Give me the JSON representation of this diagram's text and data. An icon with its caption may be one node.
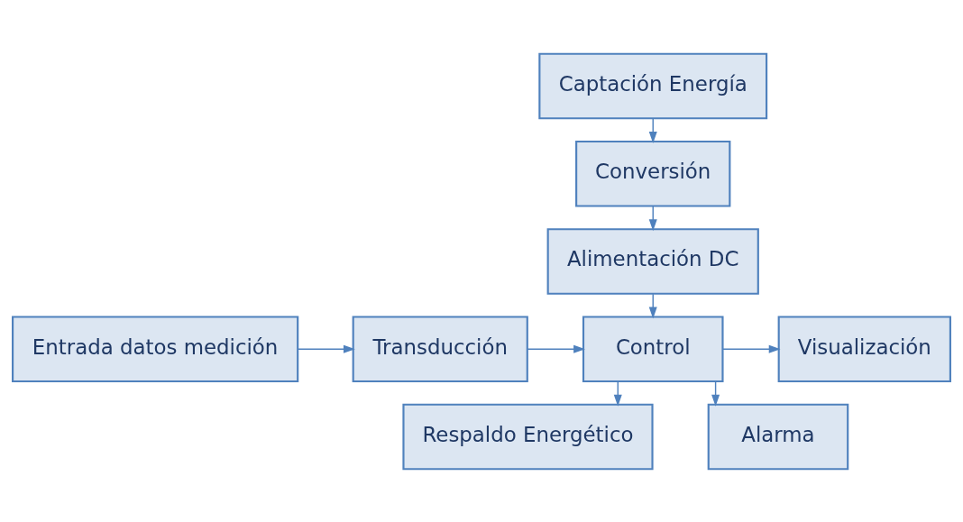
{
  "diagram": {
    "nodes": [
      {
        "text": [
          "Captación Energía"
        ]
      },
      {
        "text": [
          "Conversión"
        ]
      },
      {
        "text": [
          "Alimentación DC"
        ]
      },
      {
        "text": [
          "Entrada datos medición"
        ]
      },
      {
        "text": [
          "Transducción"
        ]
      },
      {
        "text": [
          "Control"
        ]
      },
      {
        "text": [
          "Visualización"
        ]
      },
      {
        "text": [
          "Respaldo Energético"
        ]
      },
      {
        "text": [
          "Alarma"
        ]
      }
    ],
    "edges": [
      {
        "from": 0,
        "to": 1,
        "arrow": "to"
      },
      {
        "from": 1,
        "to": 2,
        "arrow": "to"
      },
      {
        "from": 2,
        "to": 5,
        "arrow": "to"
      },
      {
        "from": 3,
        "to": 4,
        "arrow": "to"
      },
      {
        "from": 4,
        "to": 5,
        "arrow": "to"
      },
      {
        "from": 5,
        "to": 6,
        "arrow": "to"
      },
      {
        "from": 5,
        "to": 7,
        "arrow": "to"
      },
      {
        "from": 5,
        "to": 8,
        "arrow": "to"
      }
    ]
  }
}
